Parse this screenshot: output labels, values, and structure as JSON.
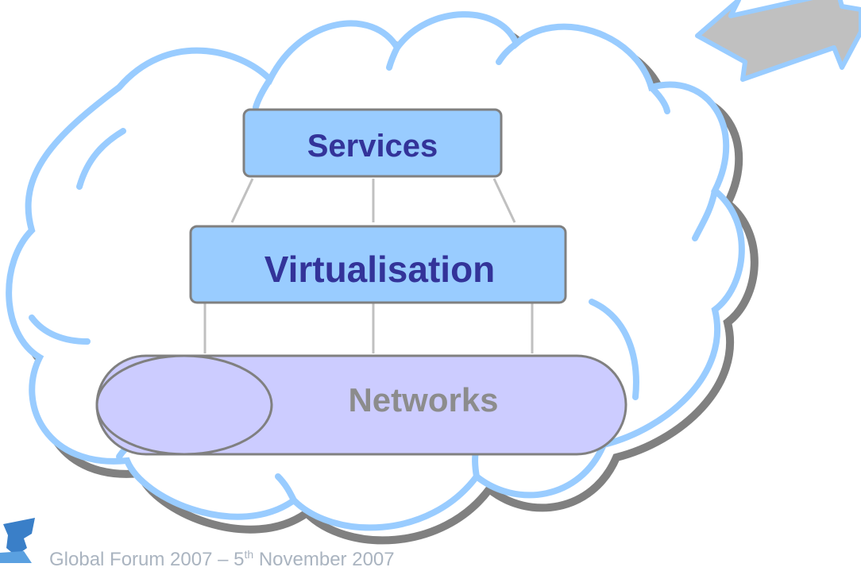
{
  "diagram": {
    "layers": {
      "services": "Services",
      "virtualisation": "Virtualisation",
      "networks": "Networks"
    },
    "footer": {
      "prefix": "Global Forum 2007 – 5",
      "superscript": "th",
      "suffix": " November 2007"
    },
    "colors": {
      "cloud_outline": "#99ccff",
      "cloud_shadow": "#808080",
      "box_fill": "#99ccff",
      "box_border": "#808080",
      "label_text": "#333399",
      "network_fill": "#ccccff",
      "network_text": "#8c8c8c",
      "arrow_fill": "#c0c0c0",
      "connector": "#c0c0c0"
    }
  }
}
